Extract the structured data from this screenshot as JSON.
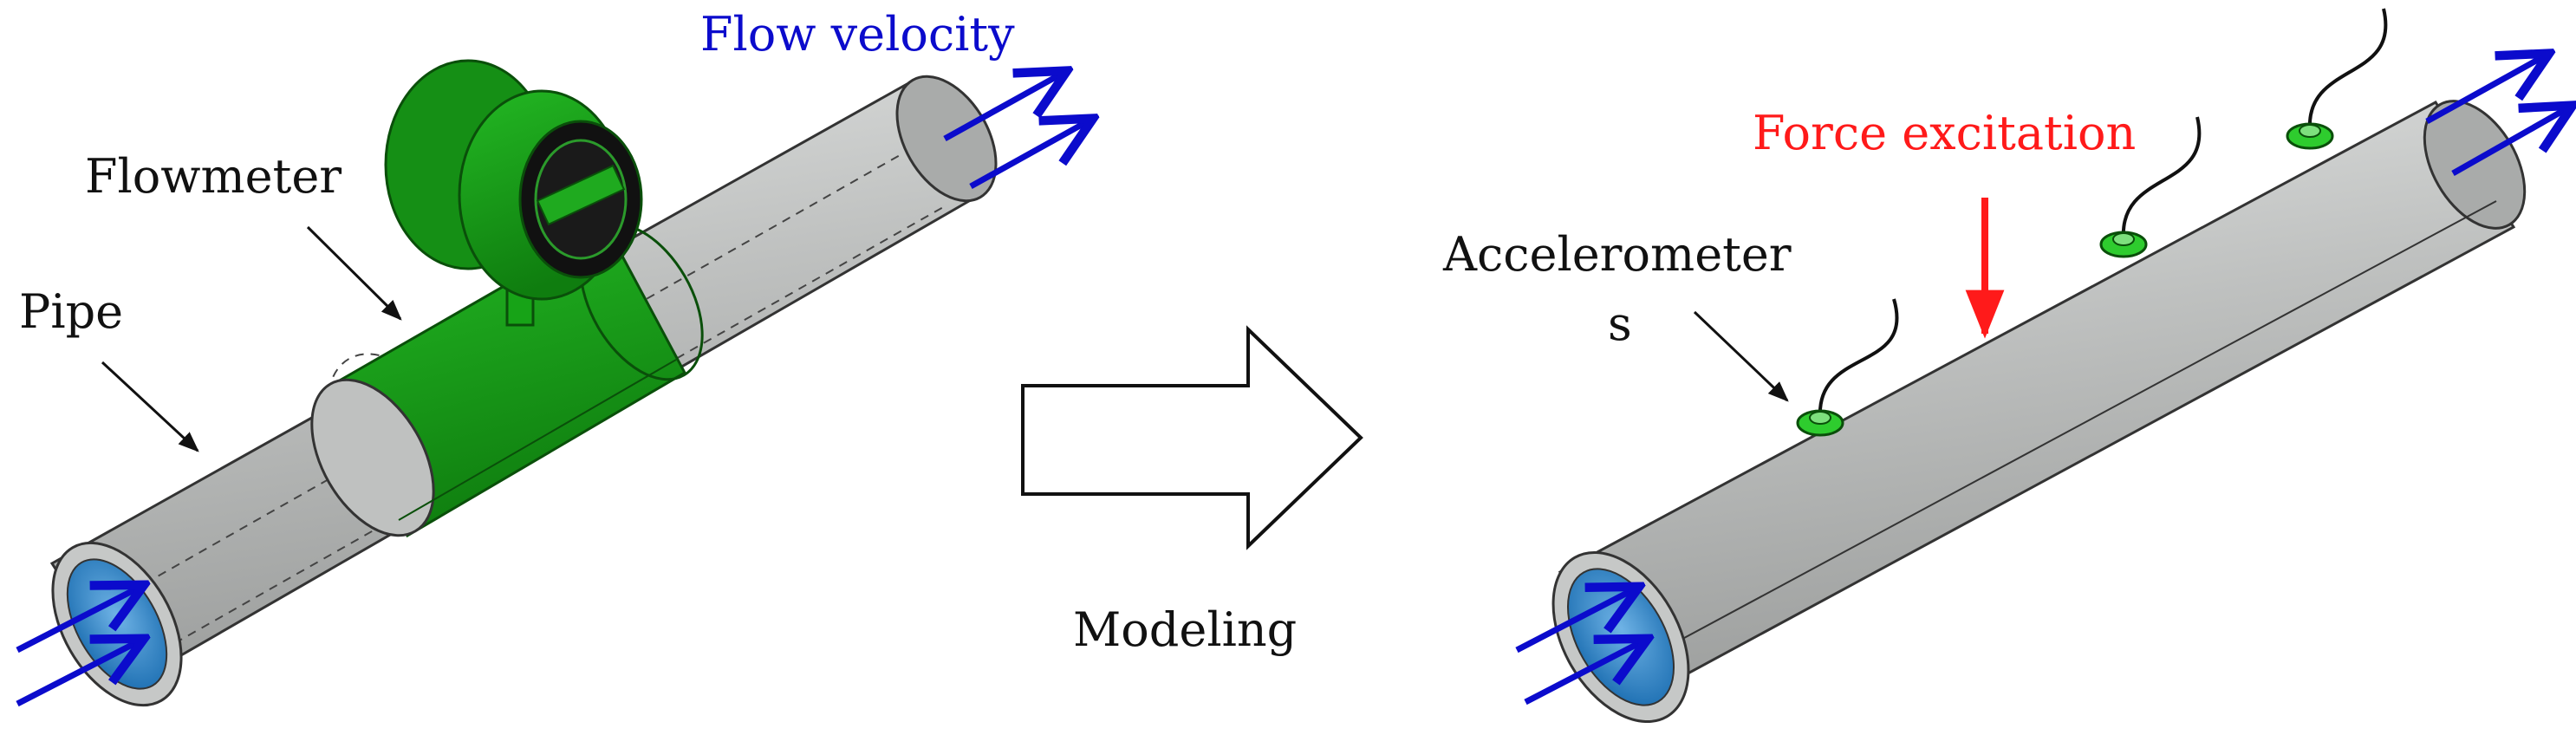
{
  "labels": {
    "flow_velocity": "Flow velocity",
    "flowmeter": "Flowmeter",
    "pipe": "Pipe",
    "modeling": "Modeling",
    "force_excitation": "Force excitation",
    "accelerometer_line1": "Accelerometer",
    "accelerometer_line2": "s"
  },
  "colors": {
    "pipe_gray": "#b7b9b8",
    "pipe_highlight": "#d6d8d7",
    "pipe_bore": "#2f86c9",
    "flowmeter_green": "#17a317",
    "flowmeter_dark": "#0a4f0a",
    "flow_arrow_blue": "#0b0bcc",
    "force_arrow_red": "#ff1a1a",
    "sensor_green": "#2ecc2e",
    "text_black": "#111111"
  }
}
